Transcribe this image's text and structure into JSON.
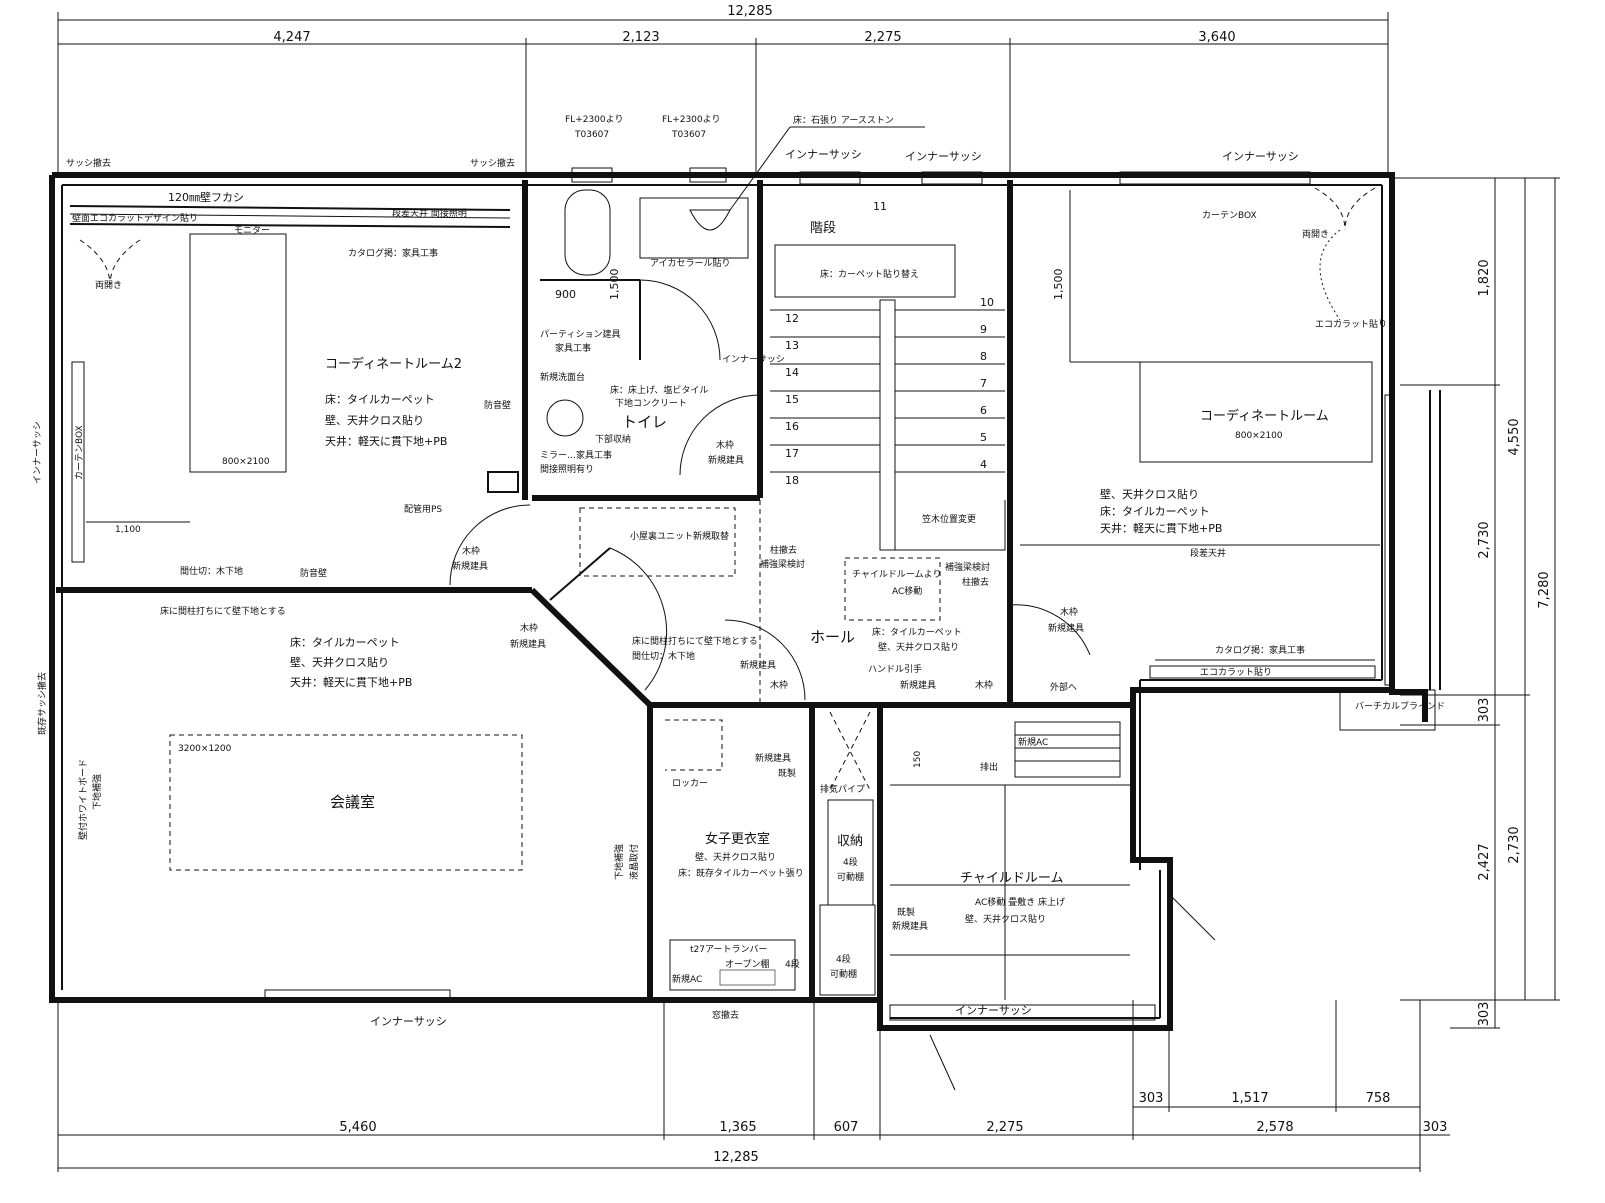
{
  "dimensions": {
    "top_total": "12,285",
    "top_segments": [
      "4,247",
      "2,123",
      "2,275",
      "3,640"
    ],
    "bottom_segments": [
      "5,460",
      "1,365",
      "607",
      "2,275",
      "2,578",
      "303"
    ],
    "bottom_total": "12,285",
    "bottom_right_segments": [
      "303",
      "1,517",
      "758"
    ],
    "right_inner": [
      "1,820",
      "2,730",
      "303",
      "2,427",
      "303"
    ],
    "right_outer": [
      "4,550",
      "2,730"
    ],
    "right_total": "7,280",
    "misc": {
      "toilet_900": "900",
      "toilet_1500": "1,500",
      "right_1500": "1,500",
      "left_1100": "1,100",
      "stair_150": "150"
    }
  },
  "rooms": {
    "coordinate_room_2": {
      "name": "コーディネートルーム2",
      "finish": [
        "床：タイルカーペット",
        "壁、天井クロス貼り",
        "天井：軽天に貫下地+PB"
      ],
      "table": "800×2100"
    },
    "coordinate_room": {
      "name": "コーディネートルーム",
      "table": "800×2100",
      "finish": [
        "壁、天井クロス貼り",
        "床：タイルカーペット",
        "天井：軽天に貫下地+PB"
      ]
    },
    "meeting_room": {
      "name": "会議室",
      "table": "3200×1200",
      "finish": [
        "床：タイルカーペット",
        "壁、天井クロス貼り",
        "天井：軽天に貫下地+PB"
      ]
    },
    "toilet": {
      "name": "トイレ",
      "finish": [
        "床：床上げ、塩ビタイル",
        "下地コンクリート"
      ]
    },
    "stairs": {
      "name": "階段",
      "note": "床：カーペット貼り替え",
      "numbers": [
        "10",
        "9",
        "8",
        "7",
        "6",
        "5",
        "4",
        "11",
        "12",
        "13",
        "14",
        "15",
        "16",
        "17",
        "18"
      ]
    },
    "hall": {
      "name": "ホール",
      "finish": [
        "床：タイルカーペット",
        "壁、天井クロス貼り"
      ]
    },
    "locker_room": {
      "name": "女子更衣室",
      "finish": [
        "壁、天井クロス貼り",
        "床：既存タイルカーペット張り"
      ]
    },
    "storage": {
      "name": "収納",
      "note1": "4段",
      "note2": "可動棚"
    },
    "child_room": {
      "name": "チャイルドルーム",
      "finish": [
        "AC移動 畳敷き 床上げ",
        "壁、天井クロス貼り"
      ]
    }
  },
  "labels": {
    "sash_removed_left": "サッシ撤去",
    "sash_removed_mid": "サッシ撤去",
    "fl2300_a": "FL+2300より",
    "t03607_a": "T03607",
    "fl2300_b": "FL+2300より",
    "t03607_b": "T03607",
    "stone_floor": "床：石張り アースストン",
    "inner_sash_1": "インナーサッシ",
    "inner_sash_2": "インナーサッシ",
    "inner_sash_3": "インナーサッシ",
    "inner_sash_left": "インナーサッシ",
    "inner_sash_bottom": "インナーサッシ",
    "inner_sash_child": "インナーサッシ",
    "inner_sash_toilet": "インナーサッシ",
    "fukashi": "120㎜壁フカシ",
    "eco_carat_design": "壁面エコカラットデザイン貼り",
    "step_ceiling_indirect": "段差天井 間接照明",
    "monitor": "モニター",
    "catalog_furniture_1": "カタログ掲：家具工事",
    "catalog_furniture_2": "カタログ掲：家具工事",
    "double_door_1": "両開き",
    "double_door_2": "両開き",
    "curtain_box": "カーテンBOX",
    "curtain_box_left": "カーテンBOX",
    "aica_ceramic": "アイカセラール貼り",
    "partition": "パーティション建具",
    "furniture_work": "家具工事",
    "new_washbasin": "新規洗面台",
    "lower_storage": "下部収納",
    "mirror": "ミラー…家具工事",
    "indirect_light": "間接照明有り",
    "soundproof_wall": "防音壁",
    "soundproof_wall_2": "防音壁",
    "piping_ps": "配管用PS",
    "partition_base": "間仕切：木下地",
    "floor_stud": "床に間柱打ちにて壁下地とする",
    "wood_frame_new_1": "木枠",
    "new_fitting_1": "新規建具",
    "wood_frame_new_2": "木枠",
    "new_fitting_2": "新規建具",
    "wood_frame_new_3": "木枠",
    "new_fitting_3": "新規建具",
    "wood_frame_new_4": "木枠",
    "new_fitting_4": "新規建具",
    "wood_frame_new_5": "木枠",
    "new_fitting_5": "新規建具",
    "wood_frame_new_6": "木枠",
    "koyaura_unit": "小屋裏ユニット新規取替",
    "pillar_removed": "柱撤去",
    "reinforce_beam": "補強梁検討",
    "ac_move_from_child": "チャイルドルームより",
    "ac_move": "AC移動",
    "reinforce_check": "補強梁検討",
    "pillar_removed_2": "柱撤去",
    "floor_stud_2": "床に間柱打ちにて壁下地とする",
    "partition_base_2": "間仕切：木下地",
    "handle": "ハンドル引手",
    "handrail_move": "笠木位置変更",
    "step_ceiling": "段差天井",
    "eco_carat": "エコカラット貼り",
    "eco_carat_2": "エコカラット貼り",
    "to_outside": "外部へ",
    "vertical_blind": "バーチカルブラインド",
    "new_ac": "新規AC",
    "exhaust": "排出",
    "locker": "ロッカー",
    "existing": "既製",
    "exhaust_pipe": "排気パイプ",
    "art_transom": "t27アートランバー",
    "open_shelf": "オープン棚",
    "four_steps": "4段",
    "new_ac_2": "新規AC",
    "four_steps_2": "4段",
    "movable_shelf": "可動棚",
    "existing_2": "既製",
    "new_fitting_child": "新規建具",
    "window_removed": "窓撤去",
    "whiteboard": "壁付ホワイトボード",
    "base_reinforce": "下地補強",
    "base_reinforce_2": "下地補強",
    "tv_mount": "液晶取付",
    "existing_sash_removed": "既存サッシ撤去"
  },
  "colors": {
    "ink": "#111111",
    "paper": "#ffffff"
  }
}
